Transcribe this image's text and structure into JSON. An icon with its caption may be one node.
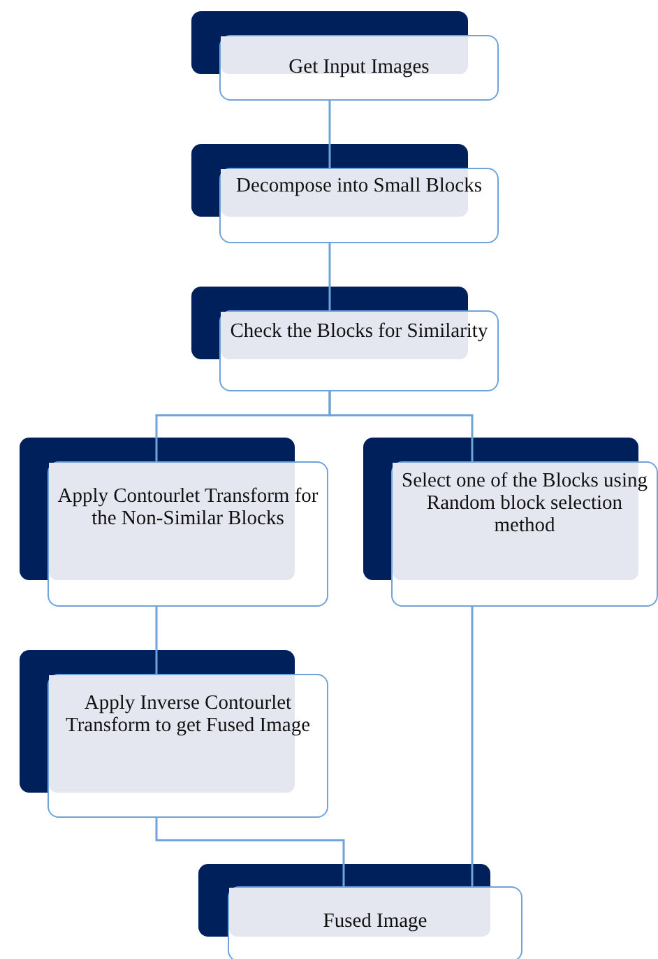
{
  "diagram": {
    "nodes": [
      {
        "text": [
          "Get Input Images"
        ]
      },
      {
        "text": [
          "Decompose into Small Blocks"
        ]
      },
      {
        "text": [
          "Check the Blocks for Similarity"
        ]
      },
      {
        "text": [
          "Apply Contourlet Transform for the Non-Similar Blocks"
        ]
      },
      {
        "text": [
          "Select one of the Blocks using Random block selection method"
        ]
      },
      {
        "text": [
          "Apply Inverse Contourlet Transform to get Fused Image"
        ]
      },
      {
        "text": [
          "Fused Image"
        ]
      }
    ],
    "edges": [
      {
        "from": 0,
        "to": 1,
        "arrow": "none"
      },
      {
        "from": 1,
        "to": 2,
        "arrow": "none"
      },
      {
        "from": 2,
        "to": 3,
        "arrow": "none"
      },
      {
        "from": 2,
        "to": 4,
        "arrow": "none"
      },
      {
        "from": 3,
        "to": 5,
        "arrow": "none"
      },
      {
        "from": 5,
        "to": 6,
        "arrow": "none"
      },
      {
        "from": 4,
        "to": 6,
        "arrow": "none"
      }
    ]
  }
}
